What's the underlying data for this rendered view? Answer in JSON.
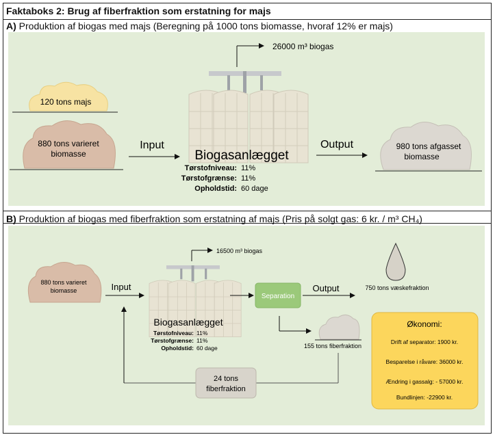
{
  "title": "Faktaboks 2: Brug af fiberfraktion som erstatning for majs",
  "sectionA": {
    "heading_letter": "A)",
    "heading_text": "Produktion af biogas med majs (Beregning på 1000 tons biomasse, hvoraf 12% er majs)",
    "pile_maize": "120 tons majs",
    "pile_mixed_line1": "880 tons varieret",
    "pile_mixed_line2": "biomasse",
    "input_label": "Input",
    "output_label": "Output",
    "plant_name": "Biogasanlægget",
    "stat1_label": "Tørstofniveau:",
    "stat1_value": "11%",
    "stat2_label": "Tørstofgrænse:",
    "stat2_value": "11%",
    "stat3_label": "Opholdstid:",
    "stat3_value": "60 dage",
    "biogas": "26000 m³ biogas",
    "pile_output_line1": "980 tons afgasset",
    "pile_output_line2": "biomasse"
  },
  "sectionB": {
    "heading_letter": "B)",
    "heading_text": "Produktion af biogas med fiberfraktion som erstatning af majs (Pris på solgt gas: 6 kr. / m³ CH₄)",
    "pile_mixed_line1": "880 tons varieret",
    "pile_mixed_line2": "biomasse",
    "input_label": "Input",
    "output_label": "Output",
    "plant_name": "Biogasanlægget",
    "stat1_label": "Tørstofniveau:",
    "stat1_value": "11%",
    "stat2_label": "Tørstofgrænse:",
    "stat2_value": "11%",
    "stat3_label": "Opholdstid:",
    "stat3_value": "60 dage",
    "biogas": "16500 m³ biogas",
    "separation": "Separation",
    "liquid": "750 tons væskefraktion",
    "fiber": "155 tons fiberfraktion",
    "fiber_box_line1": "24 tons",
    "fiber_box_line2": "fiberfraktion",
    "economy": {
      "title": "Økonomi:",
      "line1": "Drift af separator: 1900 kr.",
      "line2": "Besparelse i råvare: 36000 kr.",
      "line3": "Ændring i gassalg: - 57000 kr.",
      "line4": "Bundlinjen: -22900 kr."
    }
  },
  "colors": {
    "panel_green": "#e3edd8",
    "maize_pile": "#f7e3a3",
    "mixed_pile": "#d9bca8",
    "output_pile": "#dcd8d1",
    "tank": "#e8e3d3",
    "separation_box": "#9bc97a",
    "fiber_box": "#d8d4cb",
    "economy_box": "#fcd65c"
  }
}
